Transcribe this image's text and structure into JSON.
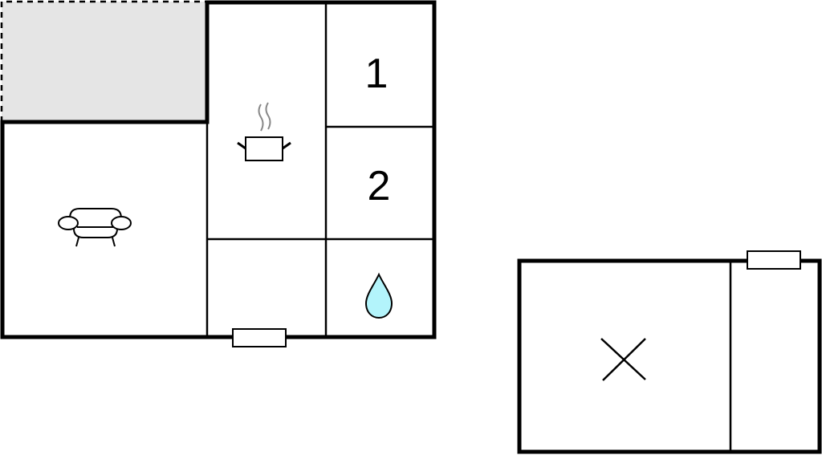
{
  "floorplan": {
    "colors": {
      "wall": "#000000",
      "terrace_fill": "#e5e5e5",
      "water_fill": "#b3f4fb",
      "steam": "#888888",
      "background": "#ffffff"
    },
    "rooms": [
      {
        "id": "terrace",
        "type": "outdoor-area",
        "icon": "none"
      },
      {
        "id": "living-room",
        "type": "living",
        "icon": "sofa-icon"
      },
      {
        "id": "kitchen",
        "type": "kitchen",
        "icon": "cooking-pot-icon"
      },
      {
        "id": "bedroom-1",
        "type": "bedroom",
        "label": "1"
      },
      {
        "id": "bedroom-2",
        "type": "bedroom",
        "label": "2"
      },
      {
        "id": "hall",
        "type": "hallway",
        "icon": "none"
      },
      {
        "id": "bathroom",
        "type": "bathroom",
        "icon": "water-drop-icon"
      },
      {
        "id": "annex-room",
        "type": "other",
        "icon": "x-mark-icon"
      },
      {
        "id": "annex-side-room",
        "type": "other",
        "icon": "none"
      }
    ],
    "labels": {
      "bedroom_1": "1",
      "bedroom_2": "2"
    },
    "doors": [
      {
        "id": "main-entrance",
        "building": "main"
      },
      {
        "id": "annex-entrance",
        "building": "annex"
      }
    ]
  }
}
